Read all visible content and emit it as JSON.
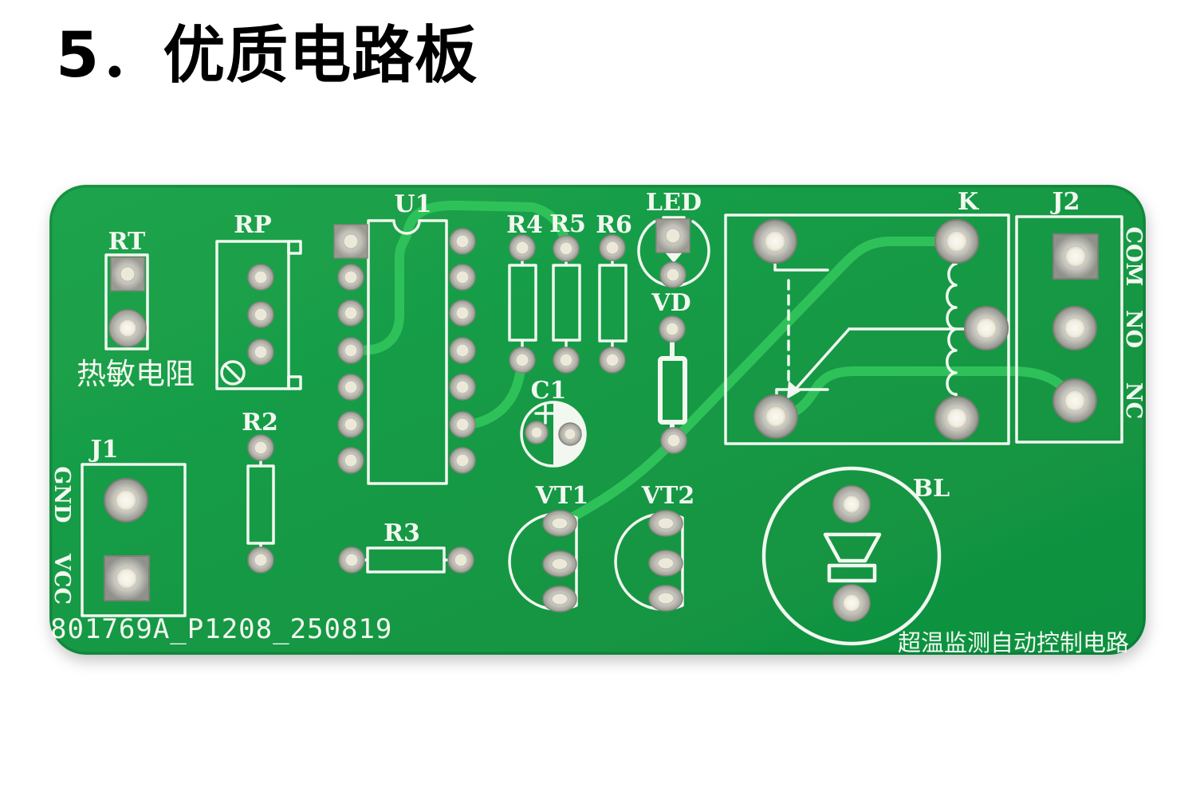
{
  "title": "5．优质电路板",
  "board": {
    "serial": "801769A_P1208_250819",
    "caption": "超温监测自动控制电路",
    "components": {
      "rt": "RT",
      "rt_name": "热敏电阻",
      "rp": "RP",
      "u1": "U1",
      "r2": "R2",
      "r3": "R3",
      "r4": "R4",
      "r5": "R5",
      "r6": "R6",
      "led": "LED",
      "vd": "VD",
      "c1": "C1",
      "j1": "J1",
      "j1_pin1": "GND",
      "j1_pin2": "VCC",
      "vt1": "VT1",
      "vt2": "VT2",
      "k": "K",
      "j2": "J2",
      "j2_pin1": "COM",
      "j2_pin2": "NO",
      "j2_pin3": "NC",
      "bl": "BL"
    }
  },
  "colors": {
    "background": "#ffffff",
    "title_text": "#000000",
    "board_green": "#169a45",
    "trace_green": "#2fc159",
    "silkscreen": "#f2f8f0",
    "pad_silver": "#b4b4ae",
    "pad_hole": "#efecdf"
  }
}
